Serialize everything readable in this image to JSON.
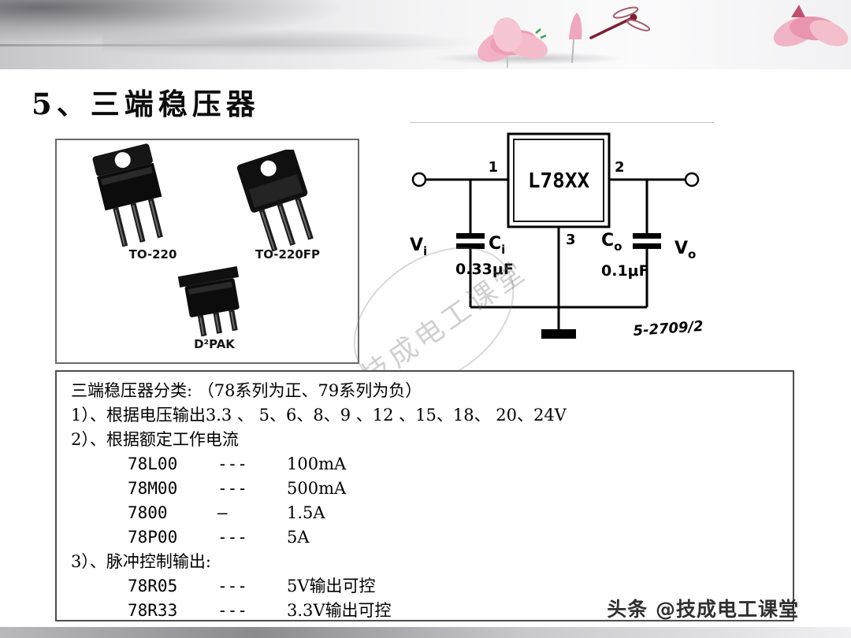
{
  "slide": {
    "title": "5、三端稳压器",
    "footer_watermark": "头条 @技成电工课堂"
  },
  "packages": {
    "labels": [
      "TO-220",
      "TO-220FP",
      "D²PAK"
    ]
  },
  "circuit": {
    "chip_label": "L78XX",
    "pin1": "1",
    "pin2": "2",
    "pin3": "3",
    "vi": {
      "base": "V",
      "sub": "i"
    },
    "ci": {
      "base": "C",
      "sub": "i"
    },
    "ci_value": "0.33μF",
    "co": {
      "base": "C",
      "sub": "o"
    },
    "co_value": "0.1μF",
    "vo": {
      "base": "V",
      "sub": "o"
    },
    "figure_ref": "5-2709/2",
    "watermark": "技成电工课堂"
  },
  "classification": {
    "heading": "三端稳压器分类: （78系列为正、79系列为负）",
    "item_voltage": "1）、根据电压输出3.3 、 5、6、8、9 、12 、15、18、 20、24V",
    "item_current": "2）、根据额定工作电流",
    "current_rows": [
      {
        "model": "78L00",
        "dash": "---",
        "value": "100mA"
      },
      {
        "model": "78M00",
        "dash": "---",
        "value": "500mA"
      },
      {
        "model": "7800",
        "dash": "—",
        "value": "1.5A"
      },
      {
        "model": "78P00",
        "dash": "---",
        "value": "5A"
      }
    ],
    "item_pulse": "3）、脉冲控制输出:",
    "pulse_rows": [
      {
        "model": "78R05",
        "dash": "---",
        "value": "5V输出可控"
      },
      {
        "model": "78R33",
        "dash": "---",
        "value": "3.3V输出可控"
      }
    ]
  }
}
